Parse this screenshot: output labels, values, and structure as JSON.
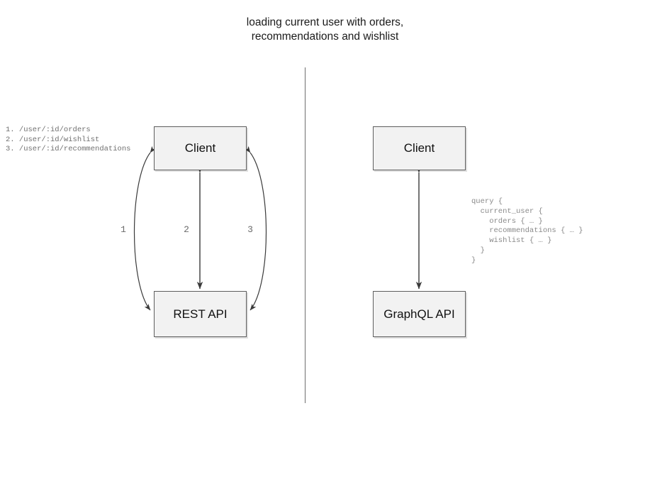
{
  "diagram": {
    "title": "loading current user with orders,\nrecommendations and wishlist",
    "divider_color": "#6f6f6f",
    "box_fill": "#f2f2f2",
    "box_border": "#5e5e5e",
    "arrow_color": "#3a3a3a",
    "label_color": "#6a6a6a",
    "code_color": "#8a8a8a"
  },
  "rest_side": {
    "client_label": "Client",
    "api_label": "REST API",
    "endpoints": "1. /user/:id/orders\n2. /user/:id/wishlist\n3. /user/:id/recommendations",
    "endpoint_items": [
      {
        "number": "1.",
        "path": "/user/:id/orders"
      },
      {
        "number": "2.",
        "path": "/user/:id/wishlist"
      },
      {
        "number": "3.",
        "path": "/user/:id/recommendations"
      }
    ],
    "arrow_labels": [
      "1",
      "2",
      "3"
    ]
  },
  "graphql_side": {
    "client_label": "Client",
    "api_label": "GraphQL API",
    "query": "query {\n  current_user {\n    orders { … }\n    recommendations { … }\n    wishlist { … }\n  }\n}",
    "query_lines": [
      "query {",
      "  current_user {",
      "    orders { … }",
      "    recommendations { … }",
      "    wishlist { … }",
      "  }",
      "}"
    ]
  }
}
